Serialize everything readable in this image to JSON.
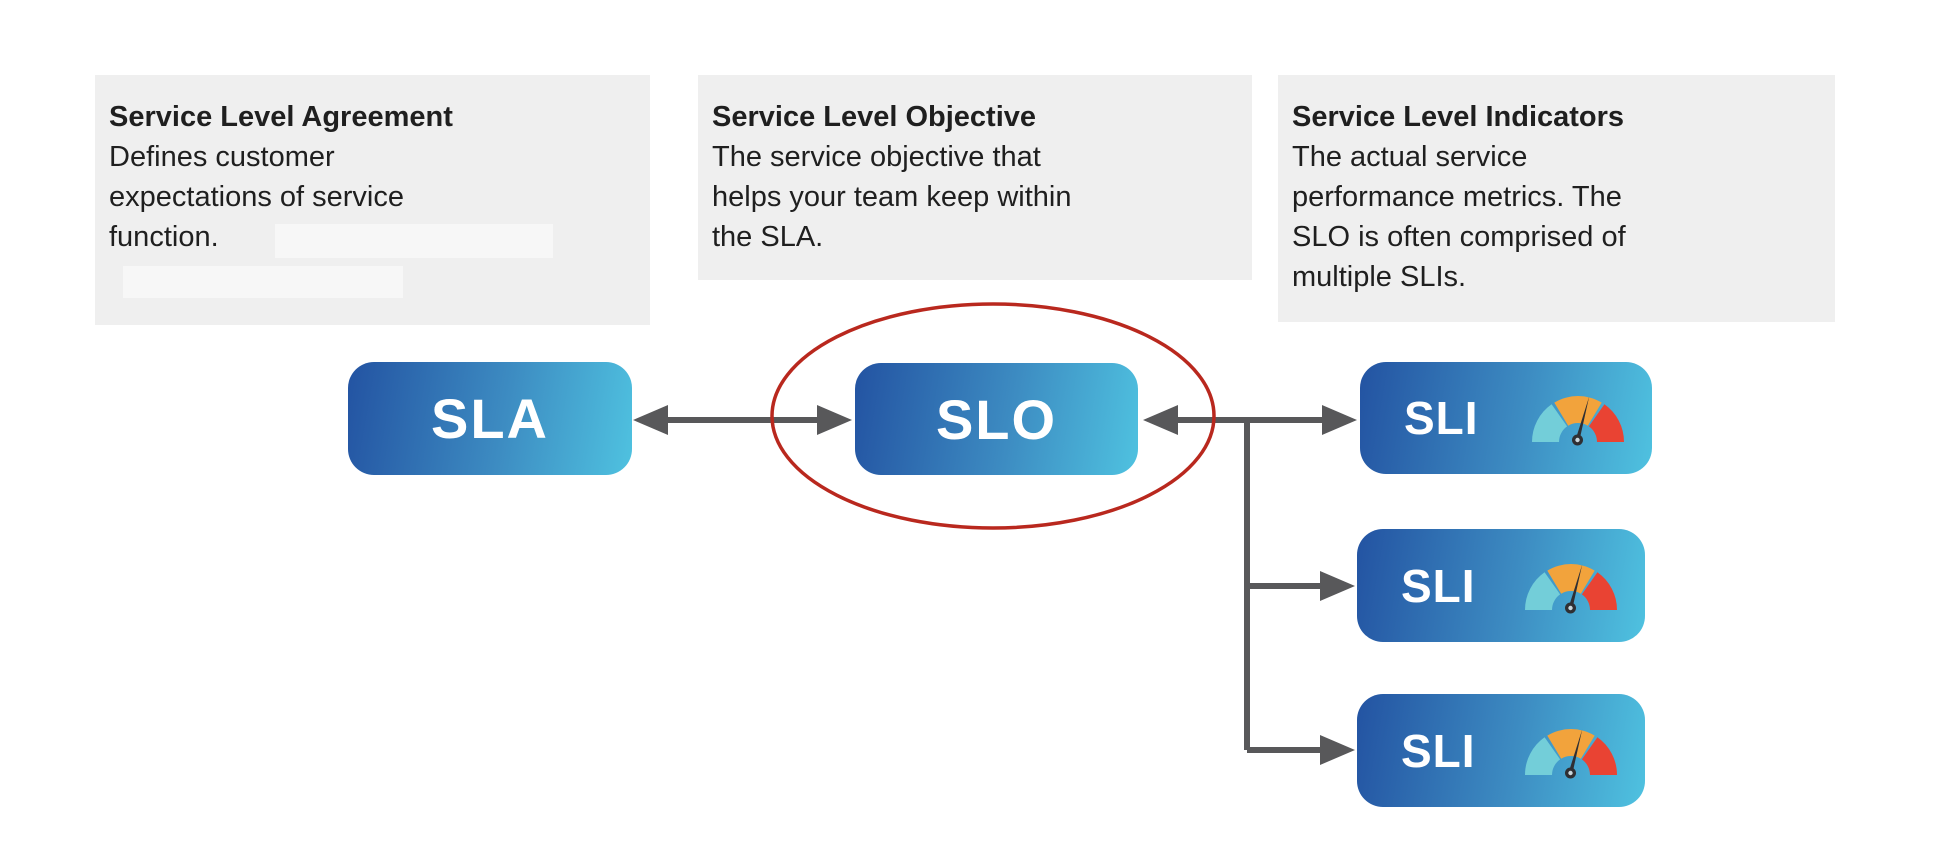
{
  "diagram": {
    "background": "#ffffff",
    "description": "SLA / SLO / SLI relationship diagram"
  },
  "colors": {
    "desc_box_bg": "#efefef",
    "redacted_bg": "#f7f7f7",
    "text": "#1f1f1f",
    "node_gradient_start": "#2353a2",
    "node_gradient_end": "#4fc2e0",
    "node_text": "#ffffff",
    "arrow": "#58585a",
    "highlight_ellipse": "#b9281e",
    "gauge_teal": "#73ced9",
    "gauge_orange": "#f2a33c",
    "gauge_red": "#e94333",
    "gauge_needle": "#2f2f33"
  },
  "desc_boxes": [
    {
      "title": "Service Level Agreement",
      "lines": [
        "Defines customer",
        "expectations of service",
        "function."
      ]
    },
    {
      "title": "Service Level Objective",
      "lines": [
        "The service objective that",
        "helps your team keep within",
        "the SLA."
      ]
    },
    {
      "title": "Service Level Indicators",
      "lines": [
        "The actual service",
        "performance metrics. The",
        "SLO is often comprised of",
        "multiple SLIs."
      ]
    }
  ],
  "nodes": {
    "sla": {
      "label": "SLA"
    },
    "slo": {
      "label": "SLO"
    },
    "sli1": {
      "label": "SLI"
    },
    "sli2": {
      "label": "SLI"
    },
    "sli3": {
      "label": "SLI"
    }
  }
}
